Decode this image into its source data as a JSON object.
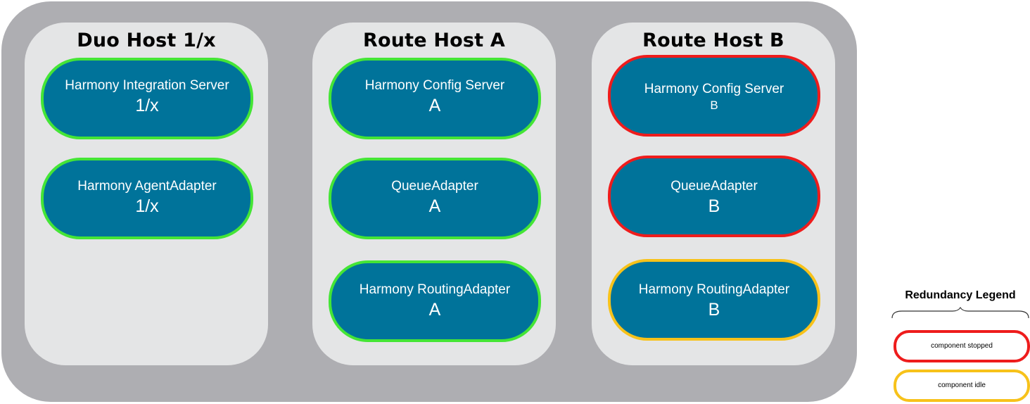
{
  "hosts": [
    {
      "title": "Duo Host 1/x",
      "components": [
        {
          "name": "Harmony Integration Server",
          "instance": "1/x",
          "status": "running"
        },
        {
          "name": "Harmony AgentAdapter",
          "instance": "1/x",
          "status": "running"
        }
      ]
    },
    {
      "title": "Route Host A",
      "components": [
        {
          "name": "Harmony Config Server",
          "instance": "A",
          "status": "running"
        },
        {
          "name": "QueueAdapter",
          "instance": "A",
          "status": "running"
        },
        {
          "name": "Harmony RoutingAdapter",
          "instance": "A",
          "status": "running"
        }
      ]
    },
    {
      "title": "Route Host B",
      "components": [
        {
          "name": "Harmony Config Server",
          "instance": "B",
          "status": "stopped"
        },
        {
          "name": "QueueAdapter",
          "instance": "B",
          "status": "stopped"
        },
        {
          "name": "Harmony RoutingAdapter",
          "instance": "B",
          "status": "idle"
        }
      ]
    }
  ],
  "legend": {
    "title": "Redundancy Legend",
    "items": [
      {
        "label": "component stopped",
        "color": "#ee1c1c"
      },
      {
        "label": "component idle",
        "color": "#f7c21a"
      }
    ]
  },
  "colors": {
    "running": "#44e536",
    "stopped": "#ee1c1c",
    "idle": "#f7c21a",
    "component_fill": "#00739a",
    "host_fill": "#e4e5e6",
    "outer_fill": "#aeaeb2"
  }
}
